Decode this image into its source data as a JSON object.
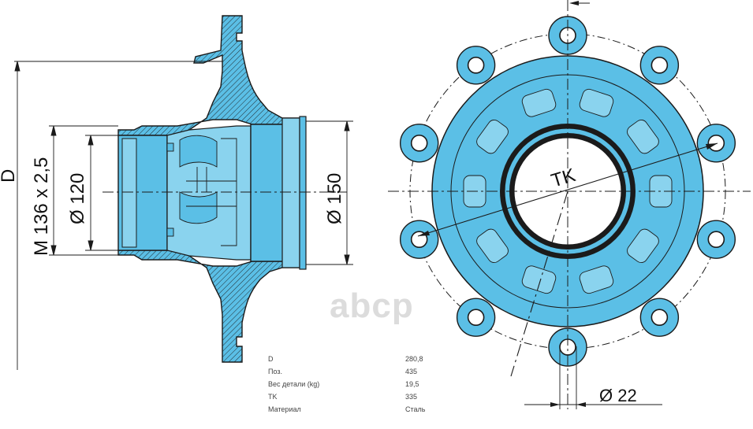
{
  "colors": {
    "part_fill": "#5bbfe6",
    "part_light": "#8ad3ee",
    "line": "#1b1b1b",
    "watermark": "#dcdcdc"
  },
  "left_view": {
    "dim_D": "D",
    "dim_thread": "M 136 x 2,5",
    "dim_bore": "Ø 120",
    "dim_outer": "Ø 150"
  },
  "right_view": {
    "label_tk": "TK",
    "dim_hole": "Ø 22"
  },
  "watermark": "abcp",
  "specs": [
    {
      "key": "D",
      "value": "280,8"
    },
    {
      "key": "Поз.",
      "value": "435"
    },
    {
      "key": "Вес детали (kg)",
      "value": "19,5"
    },
    {
      "key": "TK",
      "value": "335"
    },
    {
      "key": "Материал",
      "value": "Сталь"
    }
  ]
}
